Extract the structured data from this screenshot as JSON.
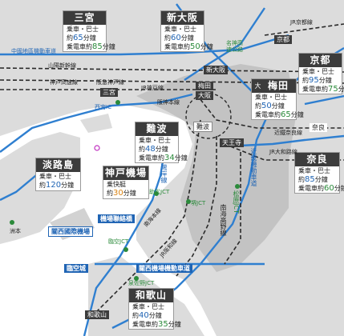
{
  "colors": {
    "highway": "#2f7fd0",
    "expressway": "#1f64b4",
    "sea": "#ffffff",
    "land": "#dcdcdc",
    "urban": "#c3c3c3",
    "rail": "#2a2a2a",
    "station": "#2a8a3a"
  },
  "boxes": {
    "sannomiya": {
      "name": "三宮",
      "bus_prefix": "乗車・巴士",
      "bus_pre": "約",
      "bus_min": "65",
      "bus_unit": "分鐘",
      "train_prefix": "乗電車約",
      "train_min": "85",
      "train_unit": "分鐘"
    },
    "shinosaka": {
      "name": "新大阪",
      "bus_prefix": "乗車・巴士",
      "bus_pre": "約",
      "bus_min": "60",
      "bus_unit": "分鐘",
      "train_prefix": "乗電車約",
      "train_min": "50",
      "train_unit": "分鐘"
    },
    "kyoto": {
      "name": "京都",
      "bus_prefix": "乗車・巴士",
      "bus_pre": "約",
      "bus_min": "95",
      "bus_unit": "分鐘",
      "train_prefix": "乗電車約",
      "train_min": "75",
      "train_unit": "分鐘"
    },
    "umeda": {
      "pre": "大阪",
      "name": "梅田",
      "bus_prefix": "乗車・巴士",
      "bus_pre": "約",
      "bus_min": "50",
      "bus_unit": "分鐘",
      "train_prefix": "乗電車約",
      "train_min": "65",
      "train_unit": "分鐘"
    },
    "namba": {
      "name": "難波",
      "bus_prefix": "乗車・巴士",
      "bus_pre": "約",
      "bus_min": "48",
      "bus_unit": "分鐘",
      "train_prefix": "乗電車約",
      "train_min": "34",
      "train_unit": "分鐘"
    },
    "awaji": {
      "name": "淡路島",
      "bus_prefix": "乗車・巴士",
      "bus_pre": "約",
      "bus_min": "120",
      "bus_unit": "分鐘"
    },
    "kobeairport": {
      "name": "神戸機場",
      "bus_prefix": "乗快艇",
      "bus_pre": "約",
      "bus_min": "30",
      "bus_unit": "分鐘"
    },
    "nara": {
      "name": "奈良",
      "bus_prefix": "乗車・巴士",
      "bus_pre": "約",
      "bus_min": "85",
      "bus_unit": "分鐘",
      "train_prefix": "乗電車約",
      "train_min": "60",
      "train_unit": "分鐘"
    },
    "wakayama": {
      "name": "和歌山",
      "bus_prefix": "乗車・巴士",
      "bus_pre": "約",
      "bus_min": "40",
      "bus_unit": "分鐘",
      "train_prefix": "乗電車約",
      "train_min": "35",
      "train_unit": "分鐘"
    }
  },
  "tags": {
    "kyoto_sta": "京都",
    "shinosaka_sta": "新大阪",
    "umeda_sta": "梅田",
    "osaka_sta": "大阪",
    "namba_sta": "難波",
    "tennoji": "天王寺",
    "nara_sta": "奈良",
    "kix": "關西國際機場",
    "bridge": "機場聯絡橋",
    "rinku": "臨空城",
    "kix_expressway": "關西機場機動車道",
    "wakayama_sta": "和歌山",
    "sannomiya_sta": "三宮"
  },
  "labels": {
    "chugoku_exp": "中國地區機動車道",
    "meishin_exp": "名神高速公路",
    "jr_kyoto_line": "JR京都線",
    "sanyo_shinkansen": "山陽新幹線",
    "kobe_route": "神戸高速線",
    "hankyu_kobe": "阪急神戸線",
    "jr_kobe": "JR神戸線",
    "hanshin_main": "阪神本線",
    "nishinomiya_ic": "西宮IC",
    "kintetsu_nara": "近鐵奈良線",
    "jr_yamatoji": "JR大和路線",
    "kinki_exp": "近畿機動車道",
    "wangan": "灣岸線",
    "fukaematsu": "助松JCT",
    "sakai_jct": "堺JCT",
    "nankai_main": "南海本線",
    "jr_hanwa": "JR阪和線",
    "nankai_koya": "南海高野線",
    "matsubara_jct": "松原JCT",
    "rinku_jct": "臨空JCT",
    "izumisano_jct": "泉佐野JCT",
    "sumoto": "洲本"
  }
}
